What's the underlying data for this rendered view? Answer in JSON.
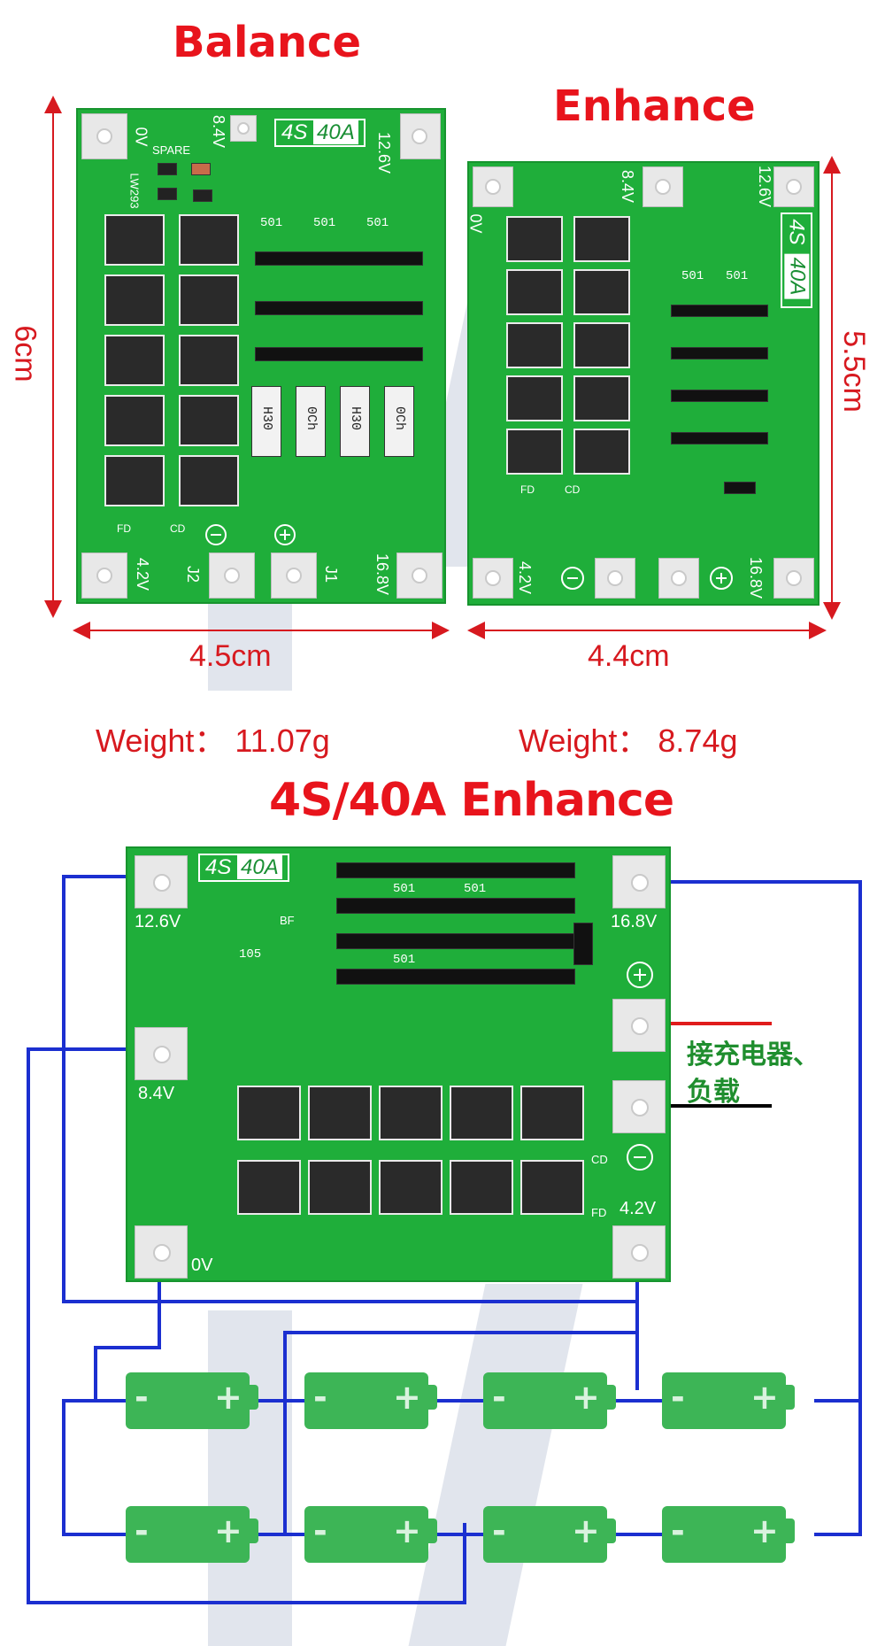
{
  "titles": {
    "balance": "Balance",
    "enhance": "Enhance",
    "enhance_main": "4S/40A Enhance"
  },
  "dimensions": {
    "balance_height": "6cm",
    "balance_width": "4.5cm",
    "enhance_height": "5.5cm",
    "enhance_width": "4.4cm"
  },
  "weights": {
    "balance": "Weight：  11.07g",
    "enhance": "Weight：  8.74g"
  },
  "board_labels": {
    "model_prefix": "4S",
    "model_amp": "40A",
    "v0": "0V",
    "v42": "4.2V",
    "v84": "8.4V",
    "v126": "12.6V",
    "v168": "16.8V",
    "spare": "SPARE",
    "chip": "LW293",
    "fd": "FD",
    "cd": "CD",
    "bf": "BF",
    "j1": "J1",
    "j2": "J2",
    "res_code": "501",
    "res_code_2": "105",
    "shunt_a": "H30",
    "shunt_b": "0Ch"
  },
  "annotation": {
    "line1": "接充电器、",
    "line2": "负载"
  },
  "battery_signs": {
    "minus": "-",
    "plus": "+"
  },
  "colors": {
    "title_red": "#e8141c",
    "pcb_green": "#1fae3a",
    "wire_blue": "#1b2fd0",
    "wire_red": "#e01b1b",
    "wire_black": "#000000",
    "battery_green": "#3db556",
    "annotation_green": "#1f8e2e"
  }
}
